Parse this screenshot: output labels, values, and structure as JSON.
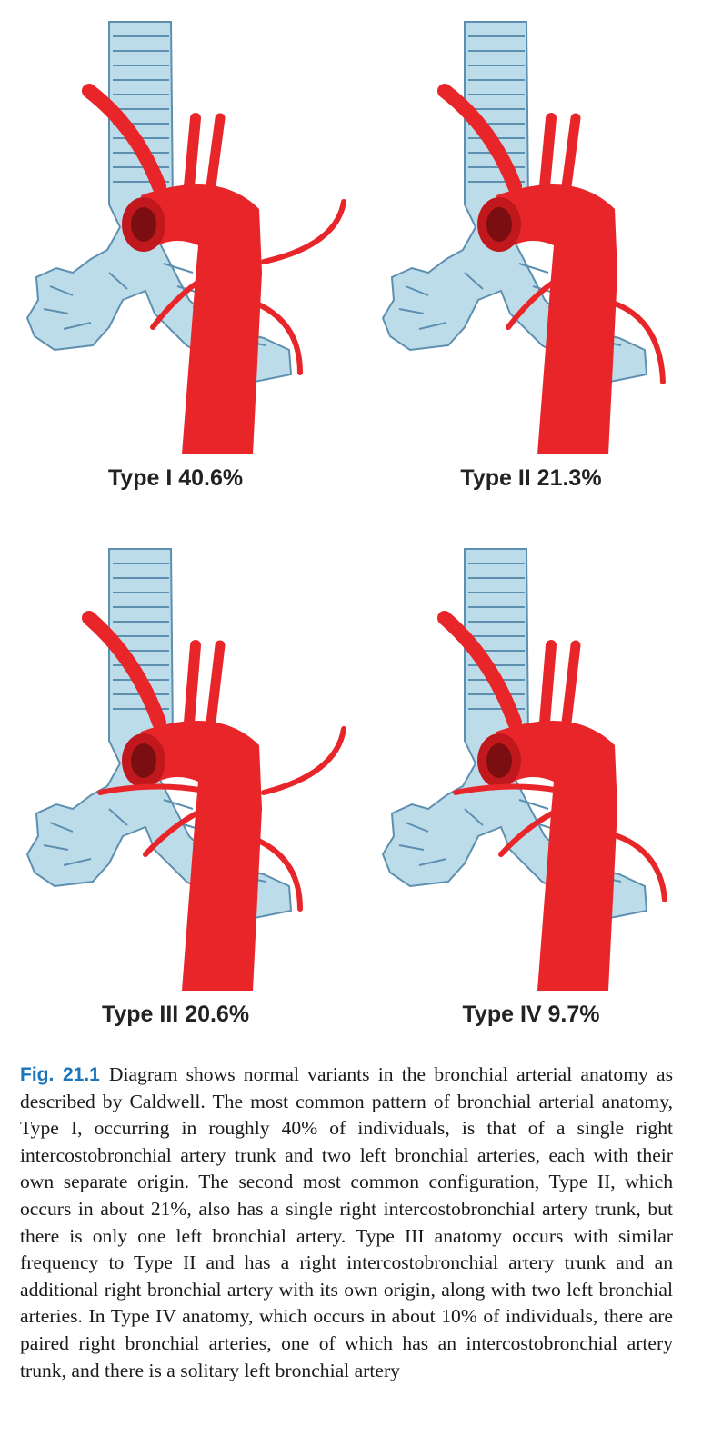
{
  "panels": [
    {
      "id": "type-1",
      "label": "Type I 40.6%"
    },
    {
      "id": "type-2",
      "label": "Type II 21.3%"
    },
    {
      "id": "type-3",
      "label": "Type III 20.6%"
    },
    {
      "id": "type-4",
      "label": "Type IV 9.7%"
    }
  ],
  "caption": {
    "fig_label": "Fig. 21.1",
    "text": "Diagram shows normal variants in the bronchial arterial anatomy as described by Caldwell. The most common pattern of bronchial arterial anatomy, Type I, occurring in roughly 40% of individuals, is that of a single right intercostobronchial artery trunk and two left bronchial arteries, each with their own separate origin. The second most common configuration, Type II, which occurs in about 21%, also has a single right intercostobronchial artery trunk, but there is only one left bronchial artery. Type III anatomy occurs with similar frequency to Type II and has a right intercostobronchial artery trunk and an additional right bronchial artery with its own origin, along with two left bronchial arteries. In Type IV anatomy, which occurs in about 10% of individuals, there are paired right bronchial arteries, one of which has an intercostobronchial artery trunk, and there is a solitary left bronchial artery"
  },
  "colors": {
    "artery": "#e8262a",
    "artery_dark": "#9b1518",
    "airway": "#bcdcea",
    "airway_line": "#5d8fb0",
    "fig_label": "#1b75bb"
  }
}
